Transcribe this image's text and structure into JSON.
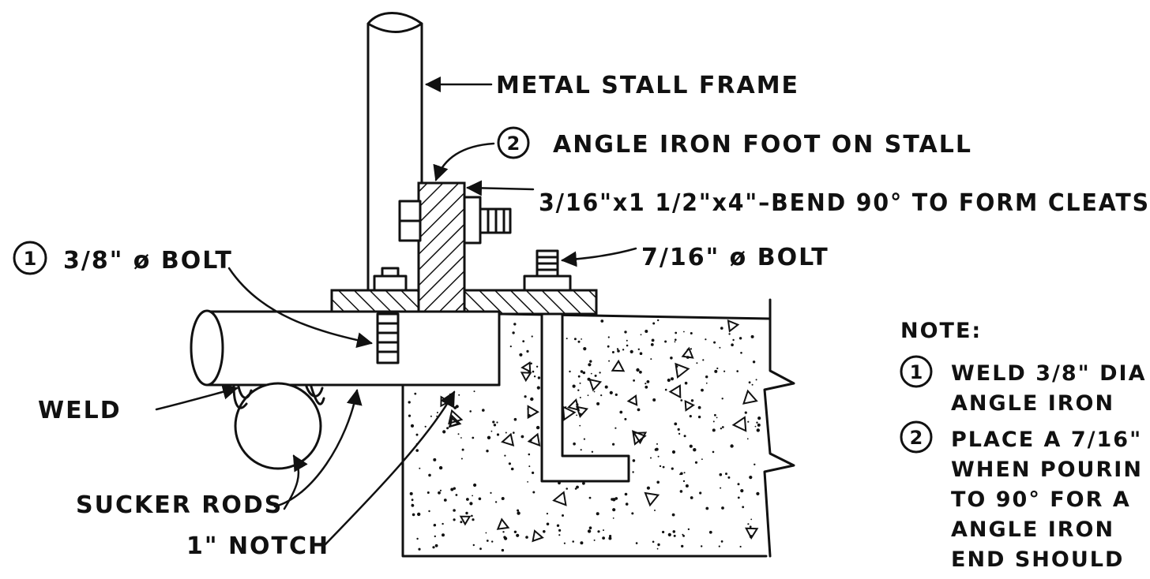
{
  "labels": {
    "metal_stall_frame": "METAL STALL FRAME",
    "angle_iron_foot_num": "2",
    "angle_iron_foot": "ANGLE IRON FOOT ON STALL",
    "cleat_spec": "3/16\"x1 1/2\"x4\"–BEND 90° TO FORM CLEATS",
    "bolt_3_8_num": "1",
    "bolt_3_8": "3/8\" ø BOLT",
    "bolt_7_16": "7/16\" ø BOLT",
    "weld": "WELD",
    "sucker_rods": "SUCKER RODS",
    "notch": "1\" NOTCH"
  },
  "note": {
    "heading": "NOTE:",
    "item1_num": "1",
    "item1_line1": "WELD 3/8\" DIA",
    "item1_line2": "ANGLE IRON",
    "item2_num": "2",
    "item2_line1": "PLACE A 7/16\"",
    "item2_line2": "WHEN POURIN",
    "item2_line3": "TO 90° FOR A",
    "item2_line4": "ANGLE IRON",
    "item2_line5": "END SHOULD"
  },
  "colors": {
    "ink": "#111111",
    "paper": "#ffffff"
  }
}
